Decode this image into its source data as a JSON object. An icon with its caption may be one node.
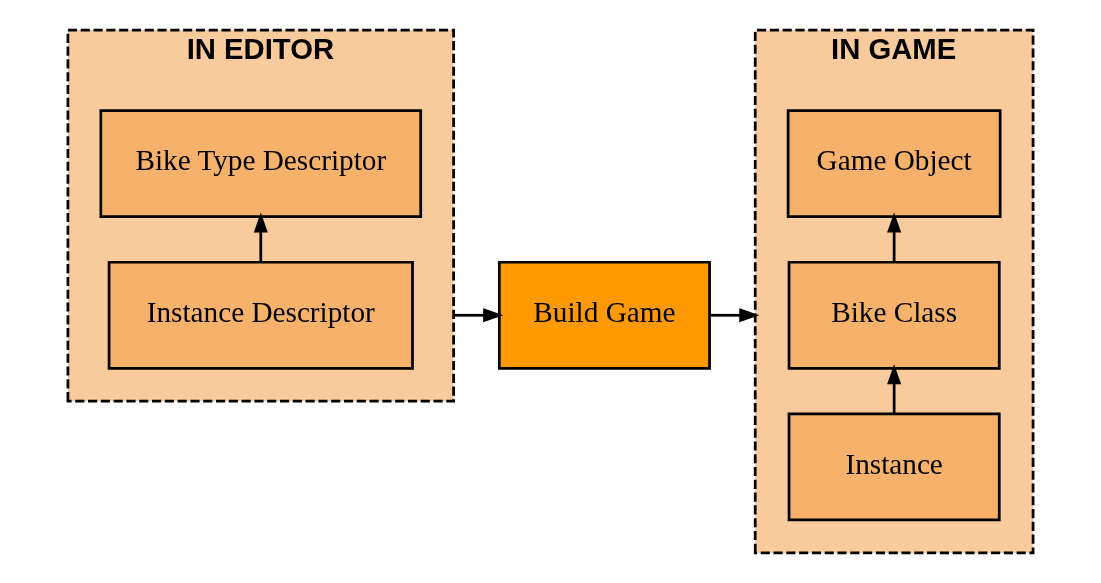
{
  "diagram": {
    "nodes": [
      {
        "text": [
          "IN EDITOR"
        ]
      },
      {
        "text": [
          "Bike Type Descriptor"
        ],
        "in": 0
      },
      {
        "text": [
          "Instance Descriptor"
        ],
        "in": 0
      },
      {
        "text": [
          "Build Game"
        ]
      },
      {
        "text": [
          "IN GAME"
        ]
      },
      {
        "text": [
          "Game Object"
        ],
        "in": 4
      },
      {
        "text": [
          "Bike Class"
        ],
        "in": 4
      },
      {
        "text": [
          "Instance"
        ],
        "in": 4
      }
    ],
    "edges": [
      {
        "from": 2,
        "to": 1,
        "arrow": "to"
      },
      {
        "from": 0,
        "to": 3,
        "arrow": "to"
      },
      {
        "from": 3,
        "to": 4,
        "arrow": "to"
      },
      {
        "from": 7,
        "to": 6,
        "arrow": "to"
      },
      {
        "from": 6,
        "to": 5,
        "arrow": "to"
      }
    ]
  }
}
